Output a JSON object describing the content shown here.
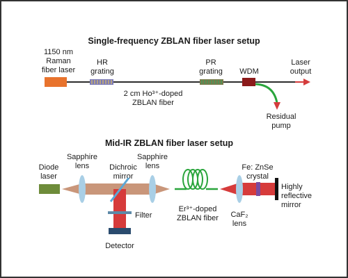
{
  "colors": {
    "frame": "#333333",
    "raman_laser": "#e8732d",
    "grating": "#7a7ab8",
    "pr_grating": "#7a7a4a",
    "wdm": "#8b1a1a",
    "arrow": "#d43c3c",
    "fiber": "#2c2c2c",
    "green_fiber": "#2aa53c",
    "diode": "#6e8c3a",
    "brown_beam": "#c9967a",
    "red_beam": "#d63b3b",
    "lens": "#a9cfe6",
    "dichroic": "#5ca8d6",
    "filter": "#5d8aa8",
    "detector": "#2a4b6e",
    "crystal": "#7a4aa0",
    "mirror": "#111111"
  },
  "top": {
    "title": "Single-frequency ZBLAN fiber laser setup",
    "raman": [
      "1150 nm",
      "Raman",
      "fiber laser"
    ],
    "hr": [
      "HR",
      "grating"
    ],
    "pr": [
      "PR",
      "grating"
    ],
    "wdm": "WDM",
    "fiber": [
      "2 cm Ho³⁺-doped",
      "ZBLAN fiber"
    ],
    "output": [
      "Laser",
      "output"
    ],
    "residual": [
      "Residual",
      "pump"
    ]
  },
  "bottom": {
    "title": "Mid-IR ZBLAN fiber laser setup",
    "diode": [
      "Diode",
      "laser"
    ],
    "sapphire1": [
      "Sapphire",
      "lens"
    ],
    "dichroic": [
      "Dichroic",
      "mirror"
    ],
    "sapphire2": [
      "Sapphire",
      "lens"
    ],
    "filter": "Filter",
    "detector": "Detector",
    "er_fiber": [
      "Er³⁺-doped",
      "ZBLAN fiber"
    ],
    "caf2": [
      "CaF₂",
      "lens"
    ],
    "fe_znse": [
      "Fe: ZnSe",
      "crystal"
    ],
    "mirror": [
      "Highly",
      "reflective",
      "mirror"
    ]
  }
}
